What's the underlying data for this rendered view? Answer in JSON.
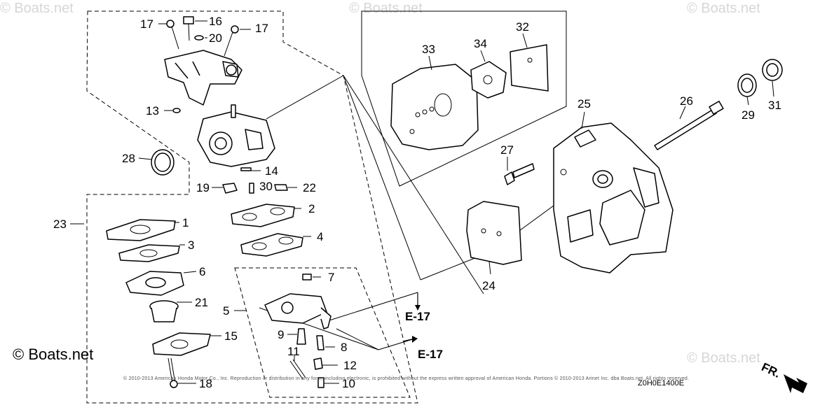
{
  "watermarks": [
    "© Boats.net",
    "© Boats.net",
    "© Boats.net",
    "© Boats.net"
  ],
  "copyright": "© Boats.net",
  "diagram_code": "Z0H0E1400E",
  "direction_label": "FR.",
  "ref_e17": "E-17",
  "legal_notice": "© 2010-2013 American Honda Motor Co., Inc. Reproduction or distribution in any form, including electronic, is prohibited without the express written approval of American Honda. Portions © 2010-2013 Arinet Inc. dba Boats.net. All rights reserved.",
  "callouts": {
    "c1": "1",
    "c2": "2",
    "c3": "3",
    "c4": "4",
    "c5": "5",
    "c6": "6",
    "c7": "7",
    "c8": "8",
    "c9": "9",
    "c10": "10",
    "c11": "11",
    "c12": "12",
    "c13": "13",
    "c14": "14",
    "c15": "15",
    "c16": "16",
    "c17a": "17",
    "c17b": "17",
    "c18": "18",
    "c19": "19",
    "c20": "20",
    "c21": "21",
    "c22": "22",
    "c23": "23",
    "c24": "24",
    "c25": "25",
    "c26": "26",
    "c27": "27",
    "c28": "28",
    "c29": "29",
    "c30": "30",
    "c31": "31",
    "c32": "32",
    "c33": "33",
    "c34": "34"
  }
}
